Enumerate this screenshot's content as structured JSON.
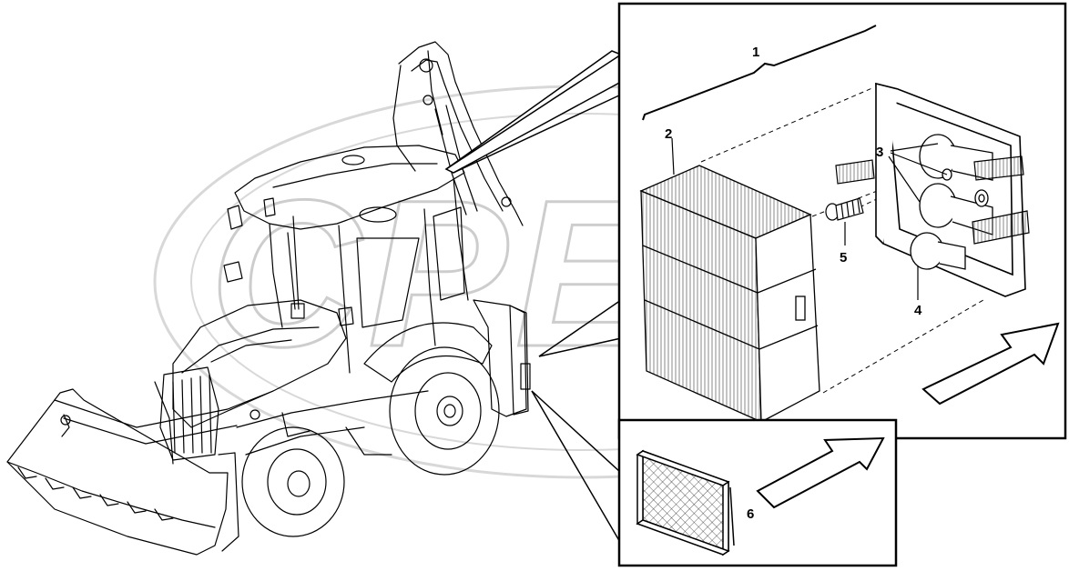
{
  "diagram": {
    "callouts": [
      {
        "id": "c1",
        "label": "1"
      },
      {
        "id": "c2",
        "label": "2"
      },
      {
        "id": "c3",
        "label": "3"
      },
      {
        "id": "c4",
        "label": "4"
      },
      {
        "id": "c5",
        "label": "5"
      },
      {
        "id": "c6",
        "label": "6"
      }
    ],
    "watermark": "CPEX",
    "corner_mark": "...",
    "colors": {
      "line": "#000000",
      "watermark": "#c8c8c8",
      "background": "#ffffff"
    }
  }
}
